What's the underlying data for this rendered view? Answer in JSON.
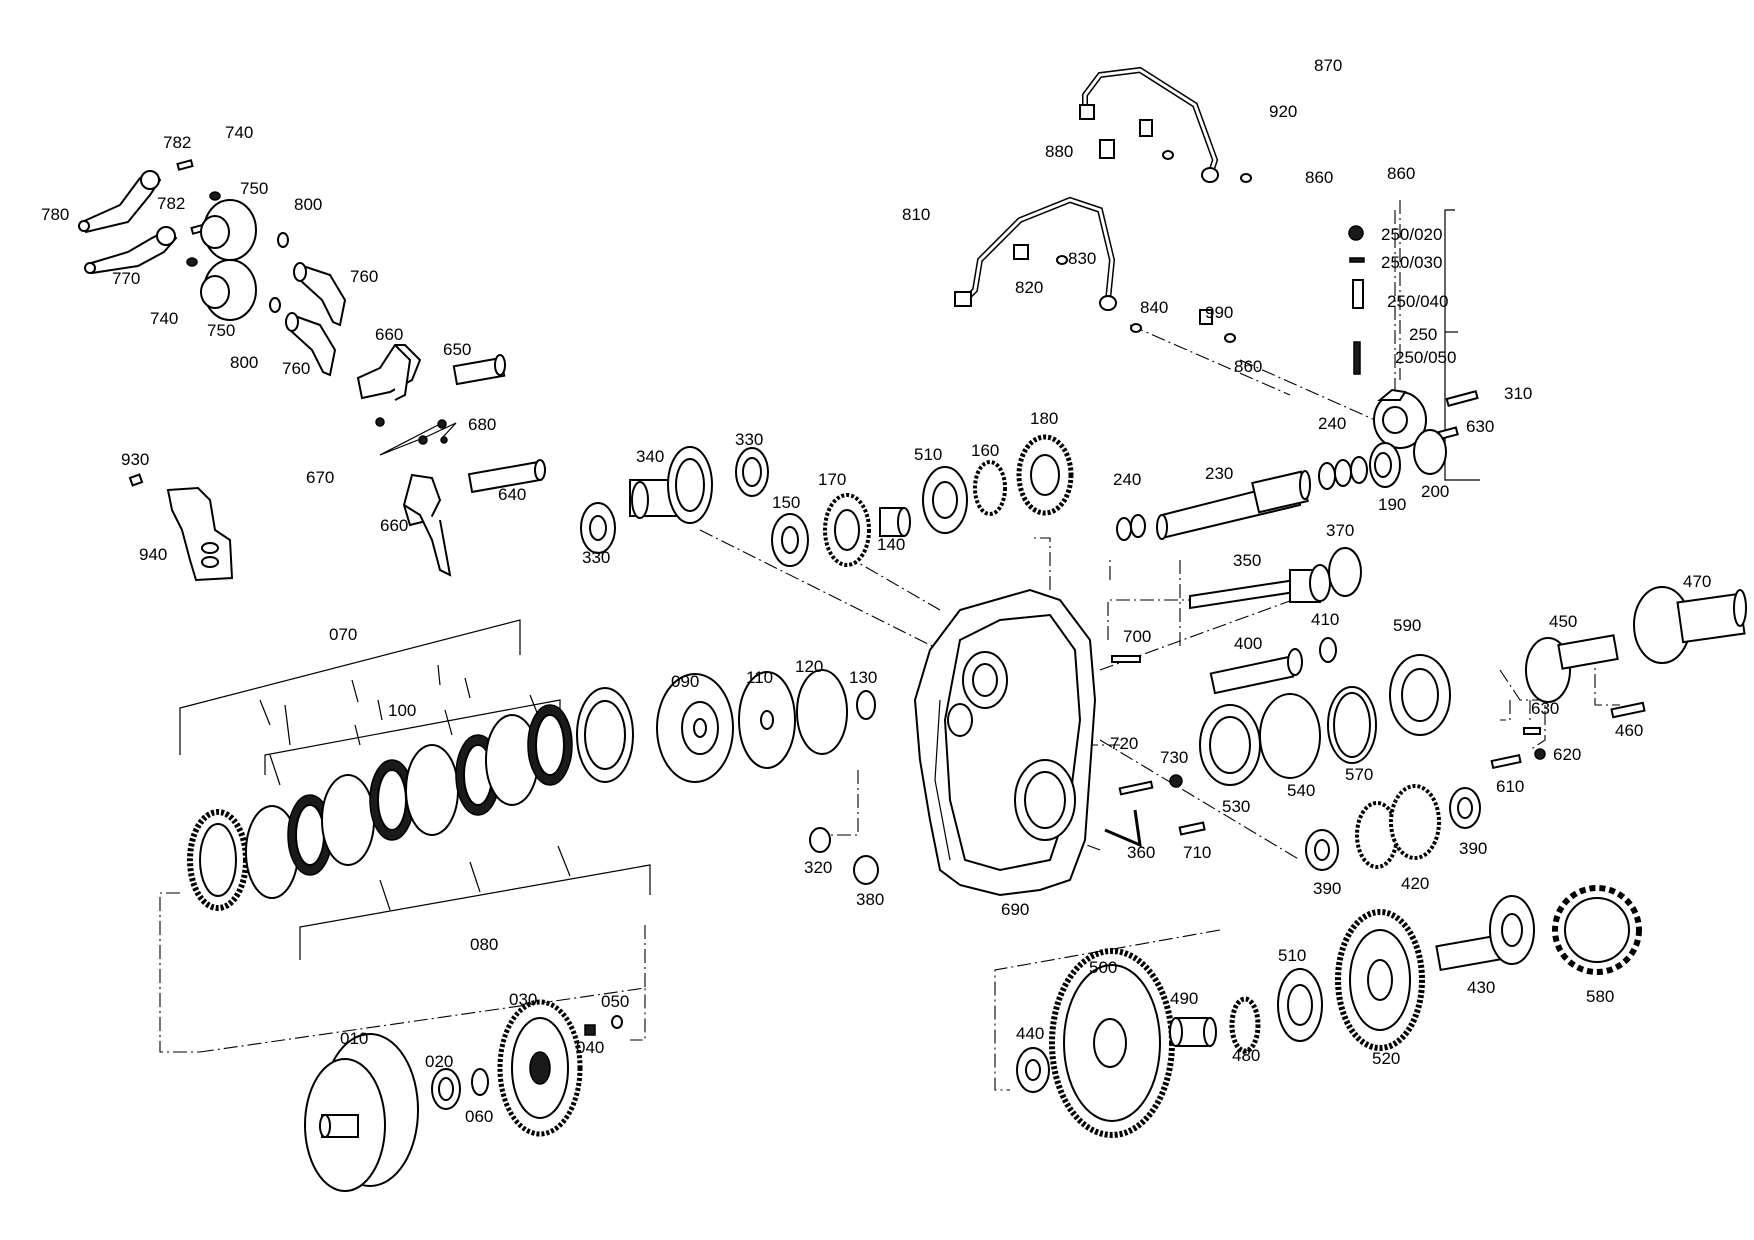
{
  "diagram": {
    "part_labels": [
      "870",
      "920",
      "880",
      "860",
      "860",
      "740",
      "782",
      "750",
      "780",
      "782",
      "800",
      "770",
      "760",
      "740",
      "750",
      "800",
      "760",
      "810",
      "830",
      "820",
      "840",
      "990",
      "860",
      "250/020",
      "250/030",
      "250/040",
      "250",
      "250/050",
      "310",
      "630",
      "660",
      "650",
      "680",
      "670",
      "930",
      "640",
      "660",
      "940",
      "340",
      "330",
      "180",
      "510",
      "160",
      "170",
      "150",
      "140",
      "330",
      "240",
      "240",
      "230",
      "190",
      "200",
      "350",
      "370",
      "700",
      "410",
      "400",
      "590",
      "450",
      "470",
      "630",
      "460",
      "070",
      "100",
      "090",
      "110",
      "120",
      "130",
      "720",
      "730",
      "530",
      "540",
      "570",
      "620",
      "610",
      "320",
      "380",
      "360",
      "710",
      "690",
      "390",
      "420",
      "390",
      "080",
      "500",
      "510",
      "490",
      "440",
      "480",
      "520",
      "430",
      "580",
      "010",
      "030",
      "050",
      "040",
      "020",
      "060"
    ]
  }
}
